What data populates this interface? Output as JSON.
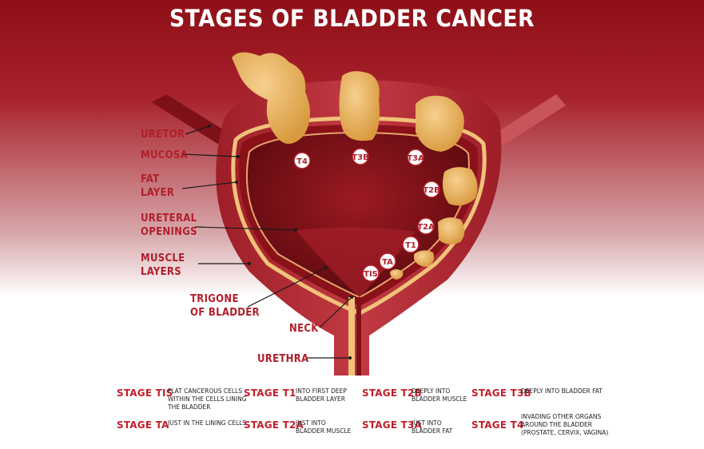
{
  "title": "STAGES OF BLADDER CANCER",
  "labels": {
    "uretor": "URETOR",
    "mucosa": "MUCOSA",
    "fat_layer": "FAT\nLAYER",
    "ureteral_openings": "URETERAL\nOPENINGS",
    "muscle_layers": "MUSCLE\nLAYERS",
    "trigone": "TRIGONE\nOF BLADDER",
    "neck": "NECK",
    "urethra": "URETHRA"
  },
  "badges": {
    "t4": "T4",
    "t3b": "T3B",
    "t3a": "T3A",
    "t2b": "T2B",
    "t2a": "T2A",
    "t1": "T1",
    "ta": "TA",
    "tis": "TIS"
  },
  "legend": [
    {
      "stage": "STAGE TIS",
      "desc": "FLAT CANCEROUS CELLS\nWITHIN THE CELLS LINING\nTHE BLADDER"
    },
    {
      "stage": "STAGE T1",
      "desc": "INTO FIRST DEEP\nBLADDER LAYER"
    },
    {
      "stage": "STAGE T2B",
      "desc": "DEEPLY INTO\nBLADDER MUSCLE"
    },
    {
      "stage": "STAGE T3B",
      "desc": "DEEPLY INTO BLADDER FAT"
    },
    {
      "stage": "STAGE TA",
      "desc": "JUST IN THE LINING CELLS"
    },
    {
      "stage": "STAGE T2A",
      "desc": "JUST INTO\nBLADDER MUSCLE"
    },
    {
      "stage": "STAGE T3A",
      "desc": "JUST INTO\nBLADDER FAT"
    },
    {
      "stage": "STAGE T4",
      "desc": "INVADING OTHER ORGANS\nAROUND THE BLADDER\n(PROSTATE, CERVIX, VAGINA)"
    }
  ],
  "colors": {
    "accent": "#b11f2a",
    "tissue_outer": "#b3262f",
    "tissue_inner": "#7e1018",
    "fat": "#f0c27a",
    "tumor": "#e8b35a"
  }
}
